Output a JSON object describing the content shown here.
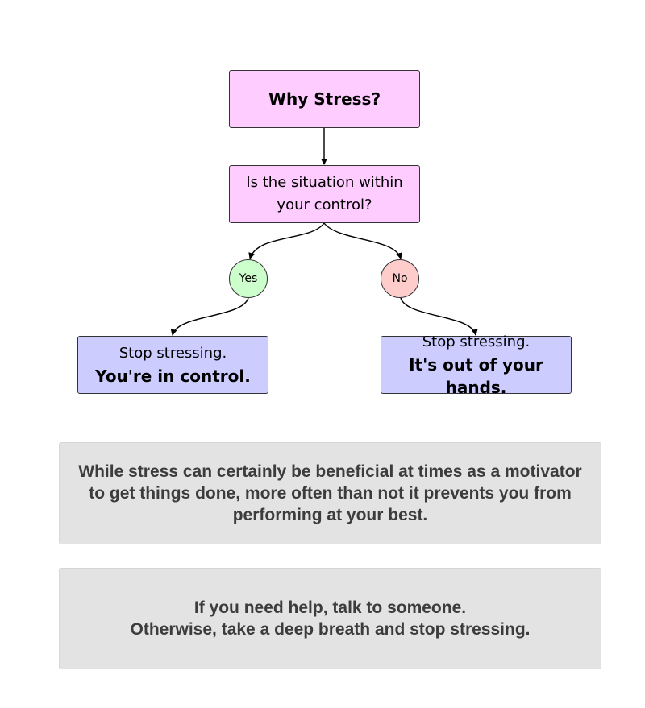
{
  "flowchart": {
    "root": "Why Stress?",
    "question_line1": "Is the situation within",
    "question_line2": "your control?",
    "yes_label": "Yes",
    "no_label": "No",
    "yes_result_line1": "Stop stressing.",
    "yes_result_line2": "You're in control.",
    "no_result_line1": "Stop stressing.",
    "no_result_line2": "It's out of your hands."
  },
  "notes": {
    "note1_line1": "While stress can certainly be beneficial at times as a motivator",
    "note1_line2": "to get things done, more often than not it prevents you from",
    "note1_line3": "performing at your best.",
    "note2_line1": "If you need help, talk to someone.",
    "note2_line2": "Otherwise, take a deep breath and stop stressing."
  },
  "colors": {
    "decision_fill": "#ffccff",
    "result_fill": "#ccccff",
    "yes_fill": "#ccffcc",
    "no_fill": "#ffcccc",
    "note_fill": "#e3e3e3"
  }
}
